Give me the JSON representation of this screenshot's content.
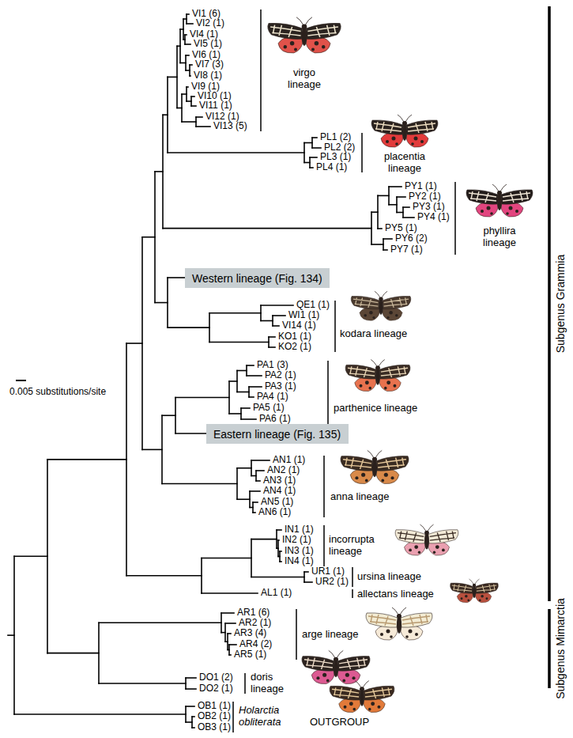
{
  "diagram": {
    "nodes": [
      {
        "text": [
          "Western lineage (Fig. 134)"
        ]
      },
      {
        "text": [
          "Eastern lineage (Fig. 135)"
        ]
      }
    ],
    "labels": [
      "VI1 (6)",
      "VI2 (1)",
      "VI4 (1)",
      "VI5 (1)",
      "VI6 (1)",
      "VI7 (3)",
      "VI8 (1)",
      "VI9 (1)",
      "VI10 (1)",
      "VI11 (1)",
      "VI12 (1)",
      "VI13 (5)",
      "virgo lineage",
      "PL1 (2)",
      "PL2 (2)",
      "PL3 (1)",
      "PL4 (1)",
      "placentia lineage",
      "PY1 (1)",
      "PY2 (1)",
      "PY3 (1)",
      "PY4 (1)",
      "PY5 (1)",
      "PY6 (2)",
      "PY7 (1)",
      "phyllira lineage",
      "QE1 (1)",
      "WI1 (1)",
      "VI14 (1)",
      "KO1 (1)",
      "KO2 (1)",
      "kodara lineage",
      "PA1 (3)",
      "PA2 (1)",
      "PA3 (1)",
      "PA4 (1)",
      "PA5 (1)",
      "PA6 (1)",
      "parthenice lineage",
      "0.005 substitutions/site",
      "AN1 (1)",
      "AN2 (1)",
      "AN3 (1)",
      "AN4 (1)",
      "AN5 (1)",
      "AN6 (1)",
      "anna lineage",
      "IN1 (1)",
      "IN2 (1)",
      "IN3 (1)",
      "IN4 (1)",
      "incorrupta lineage",
      "UR1 (1)",
      "UR2 (1)",
      "ursina lineage",
      "AL1 (1)",
      "allectans lineage",
      "AR1 (6)",
      "AR2 (1)",
      "AR3 (4)",
      "AR4 (2)",
      "AR5 (1)",
      "arge lineage",
      "DO1 (2)",
      "DO2 (1)",
      "doris lineage",
      "OB1 (1)",
      "OB2 (1)",
      "OB3 (1)",
      "Holarctia obliterata",
      "OUTGROUP",
      "Subgenus Grammia",
      "Subgenus Mimarctia"
    ]
  }
}
